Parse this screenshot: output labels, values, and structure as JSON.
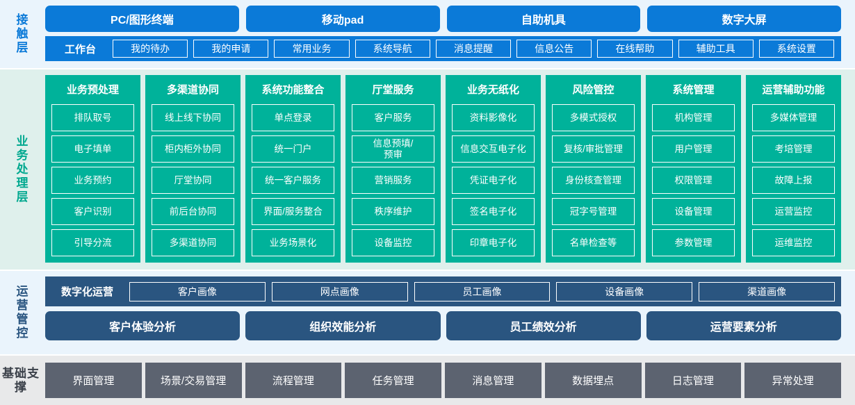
{
  "layers": {
    "contact": {
      "label": "接触层",
      "label_color": "#0b7ad8",
      "terminals": [
        "PC/图形终端",
        "移动pad",
        "自助机具",
        "数字大屏"
      ],
      "toolbar_lead": "工作台",
      "toolbar_items": [
        "我的待办",
        "我的申请",
        "常用业务",
        "系统导航",
        "消息提醒",
        "信息公告",
        "在线帮助",
        "辅助工具",
        "系统设置"
      ]
    },
    "business": {
      "label": "业务处理层",
      "label_color": "#00a88f",
      "columns": [
        {
          "title": "业务预处理",
          "items": [
            "排队取号",
            "电子填单",
            "业务预约",
            "客户识别",
            "引导分流"
          ]
        },
        {
          "title": "多渠道协同",
          "items": [
            "线上线下协同",
            "柜内柜外协同",
            "厅堂协同",
            "前后台协同",
            "多渠道协同"
          ]
        },
        {
          "title": "系统功能整合",
          "items": [
            "单点登录",
            "统一门户",
            "统一客户服务",
            "界面/服务整合",
            "业务场景化"
          ]
        },
        {
          "title": "厅堂服务",
          "items": [
            "客户服务",
            "信息预填/\n预审",
            "营销服务",
            "秩序维护",
            "设备监控"
          ]
        },
        {
          "title": "业务无纸化",
          "items": [
            "资料影像化",
            "信息交互电子化",
            "凭证电子化",
            "签名电子化",
            "印章电子化"
          ]
        },
        {
          "title": "风险管控",
          "items": [
            "多模式授权",
            "复核/审批管理",
            "身份核查管理",
            "冠字号管理",
            "名单检查等"
          ]
        },
        {
          "title": "系统管理",
          "items": [
            "机构管理",
            "用户管理",
            "权限管理",
            "设备管理",
            "参数管理"
          ]
        },
        {
          "title": "运营辅助功能",
          "items": [
            "多媒体管理",
            "考培管理",
            "故障上报",
            "运营监控",
            "运维监控"
          ]
        }
      ]
    },
    "operations": {
      "label": "运营管控",
      "label_color": "#2a5580",
      "digital_lead": "数字化运营",
      "portraits": [
        "客户画像",
        "网点画像",
        "员工画像",
        "设备画像",
        "渠道画像"
      ],
      "analyses": [
        "客户体验分析",
        "组织效能分析",
        "员工绩效分析",
        "运营要素分析"
      ]
    },
    "foundation": {
      "label": "基础支撑",
      "label_color": "#3a4049",
      "items": [
        "界面管理",
        "场景/交易管理",
        "流程管理",
        "任务管理",
        "消息管理",
        "数据埋点",
        "日志管理",
        "异常处理"
      ]
    }
  },
  "theme": {
    "blue": "#0b7ad8",
    "teal": "#00b29a",
    "dark_blue": "#2a5580",
    "gray": "#5c6370",
    "blue_bg": "#eaf4fc",
    "teal_bg": "#dff0ec",
    "gray_bg": "#e8e9ea"
  }
}
